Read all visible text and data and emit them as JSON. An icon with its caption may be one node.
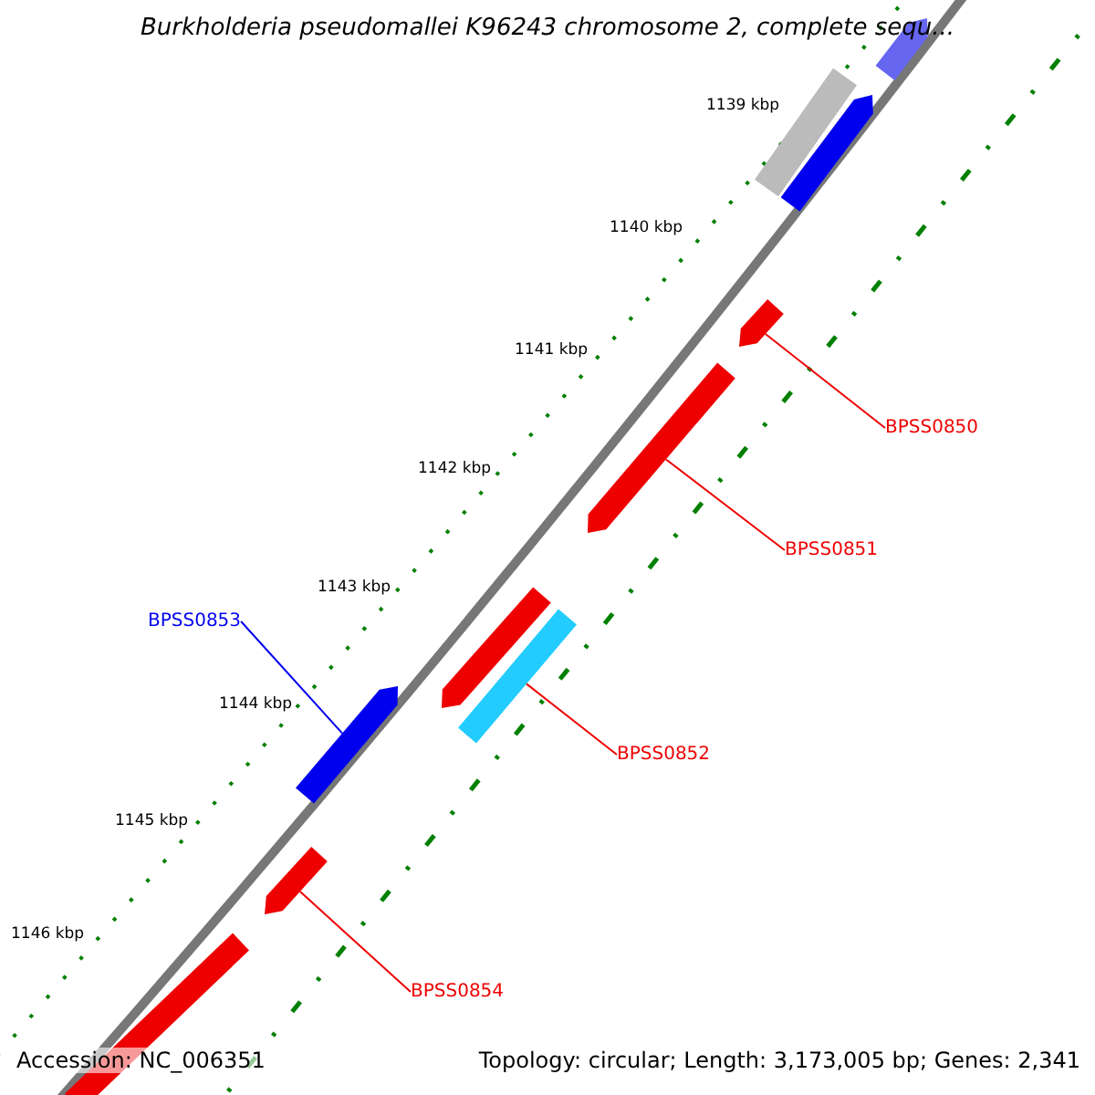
{
  "diagram": {
    "title": "Burkholderia pseudomallei K96243 chromosome 2, complete sequ...",
    "nodes": [
      {
        "text": [],
        "shape": "bar"
      },
      {
        "text": [],
        "shape": "bar"
      },
      {
        "text": [],
        "shape": "bar"
      },
      {
        "text": [
          "BPSS0850"
        ]
      },
      {
        "text": [],
        "shape": "bar"
      },
      {
        "text": [
          "BPSS0851"
        ]
      },
      {
        "text": [],
        "shape": "bar"
      },
      {
        "text": [
          "BPSS0853"
        ]
      },
      {
        "text": [],
        "shape": "bar"
      },
      {
        "text": [],
        "shape": "bar"
      },
      {
        "text": [
          "BPSS0852"
        ]
      },
      {
        "text": [],
        "shape": "bar"
      },
      {
        "text": [
          "BPSS0854"
        ]
      },
      {
        "text": [],
        "shape": "bar"
      },
      {
        "text": [],
        "shape": "bar"
      }
    ],
    "edges": [
      {
        "from": 3,
        "to": 4,
        "arrow": "none"
      },
      {
        "from": 5,
        "to": 6,
        "arrow": "none"
      },
      {
        "from": 7,
        "to": 8,
        "arrow": "none",
        "color": "#0000ee"
      },
      {
        "from": 10,
        "to": 11,
        "arrow": "none"
      },
      {
        "from": 12,
        "to": 13,
        "arrow": "none"
      }
    ],
    "labels": [
      "1139 kbp",
      "1140 kbp",
      "1141 kbp",
      "1142 kbp",
      "1143 kbp",
      "1144 kbp",
      "1145 kbp",
      "1146 kbp",
      "Accession: NC_006351",
      "Topology: circular; Length: 3,173,005 bp; Genes: 2,341"
    ]
  }
}
